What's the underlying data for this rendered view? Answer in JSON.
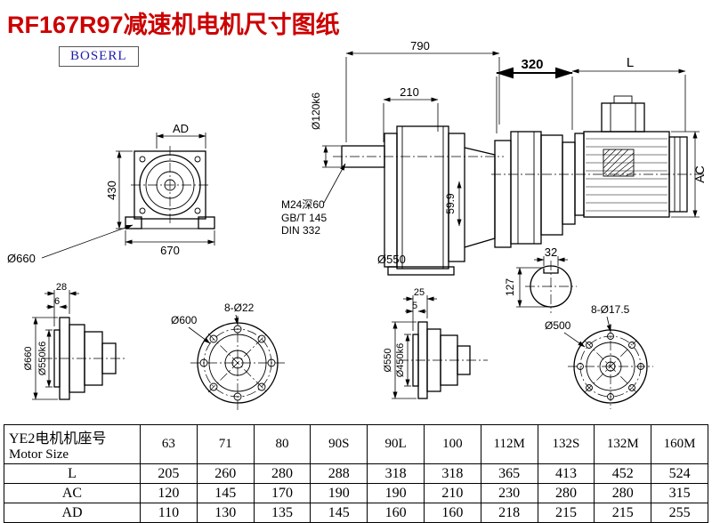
{
  "page": {
    "title": "RF167R97减速机电机尺寸图纸",
    "logo": "BOSERL"
  },
  "front_view": {
    "dim_ad": "AD",
    "dim_height": "430",
    "dim_width": "670",
    "dim_flange_od": "Ø660"
  },
  "side_view": {
    "dim_total_length": "790",
    "dim_shaft_length": "210",
    "dim_shaft_dia": "Ø120k6",
    "note_tap": "M24深60",
    "note_std1": "GB/T 145",
    "note_std2": "DIN 332",
    "dim_offset": "59.9",
    "dim_flange": "Ø550"
  },
  "motor_view": {
    "dim_adapter": "320",
    "dim_motor_length": "L",
    "dim_motor_dia": "AC"
  },
  "shaft_section": {
    "dim_key_width": "32",
    "dim_key_height": "127"
  },
  "flange1": {
    "dim_thickness": "28",
    "dim_spigot_depth": "6",
    "dim_od": "Ø660",
    "dim_spigot": "Ø550k6",
    "dim_bolt_circle": "Ø600",
    "dim_holes": "8-Ø22"
  },
  "flange2": {
    "dim_thickness": "25",
    "dim_spigot_depth": "5",
    "dim_od": "Ø550",
    "dim_spigot": "Ø450k6",
    "dim_bolt_circle": "Ø500",
    "dim_holes": "8-Ø17.5"
  },
  "table": {
    "label_cn": "YE2电机机座号",
    "label_en": "Motor Size",
    "sizes": [
      "63",
      "71",
      "80",
      "90S",
      "90L",
      "100",
      "112M",
      "132S",
      "132M",
      "160M"
    ],
    "rows": [
      {
        "label": "L",
        "values": [
          "205",
          "260",
          "280",
          "288",
          "318",
          "318",
          "365",
          "413",
          "452",
          "524"
        ]
      },
      {
        "label": "AC",
        "values": [
          "120",
          "145",
          "170",
          "190",
          "190",
          "210",
          "230",
          "280",
          "280",
          "315"
        ]
      },
      {
        "label": "AD",
        "values": [
          "110",
          "130",
          "135",
          "145",
          "160",
          "160",
          "218",
          "215",
          "215",
          "255"
        ]
      }
    ]
  }
}
